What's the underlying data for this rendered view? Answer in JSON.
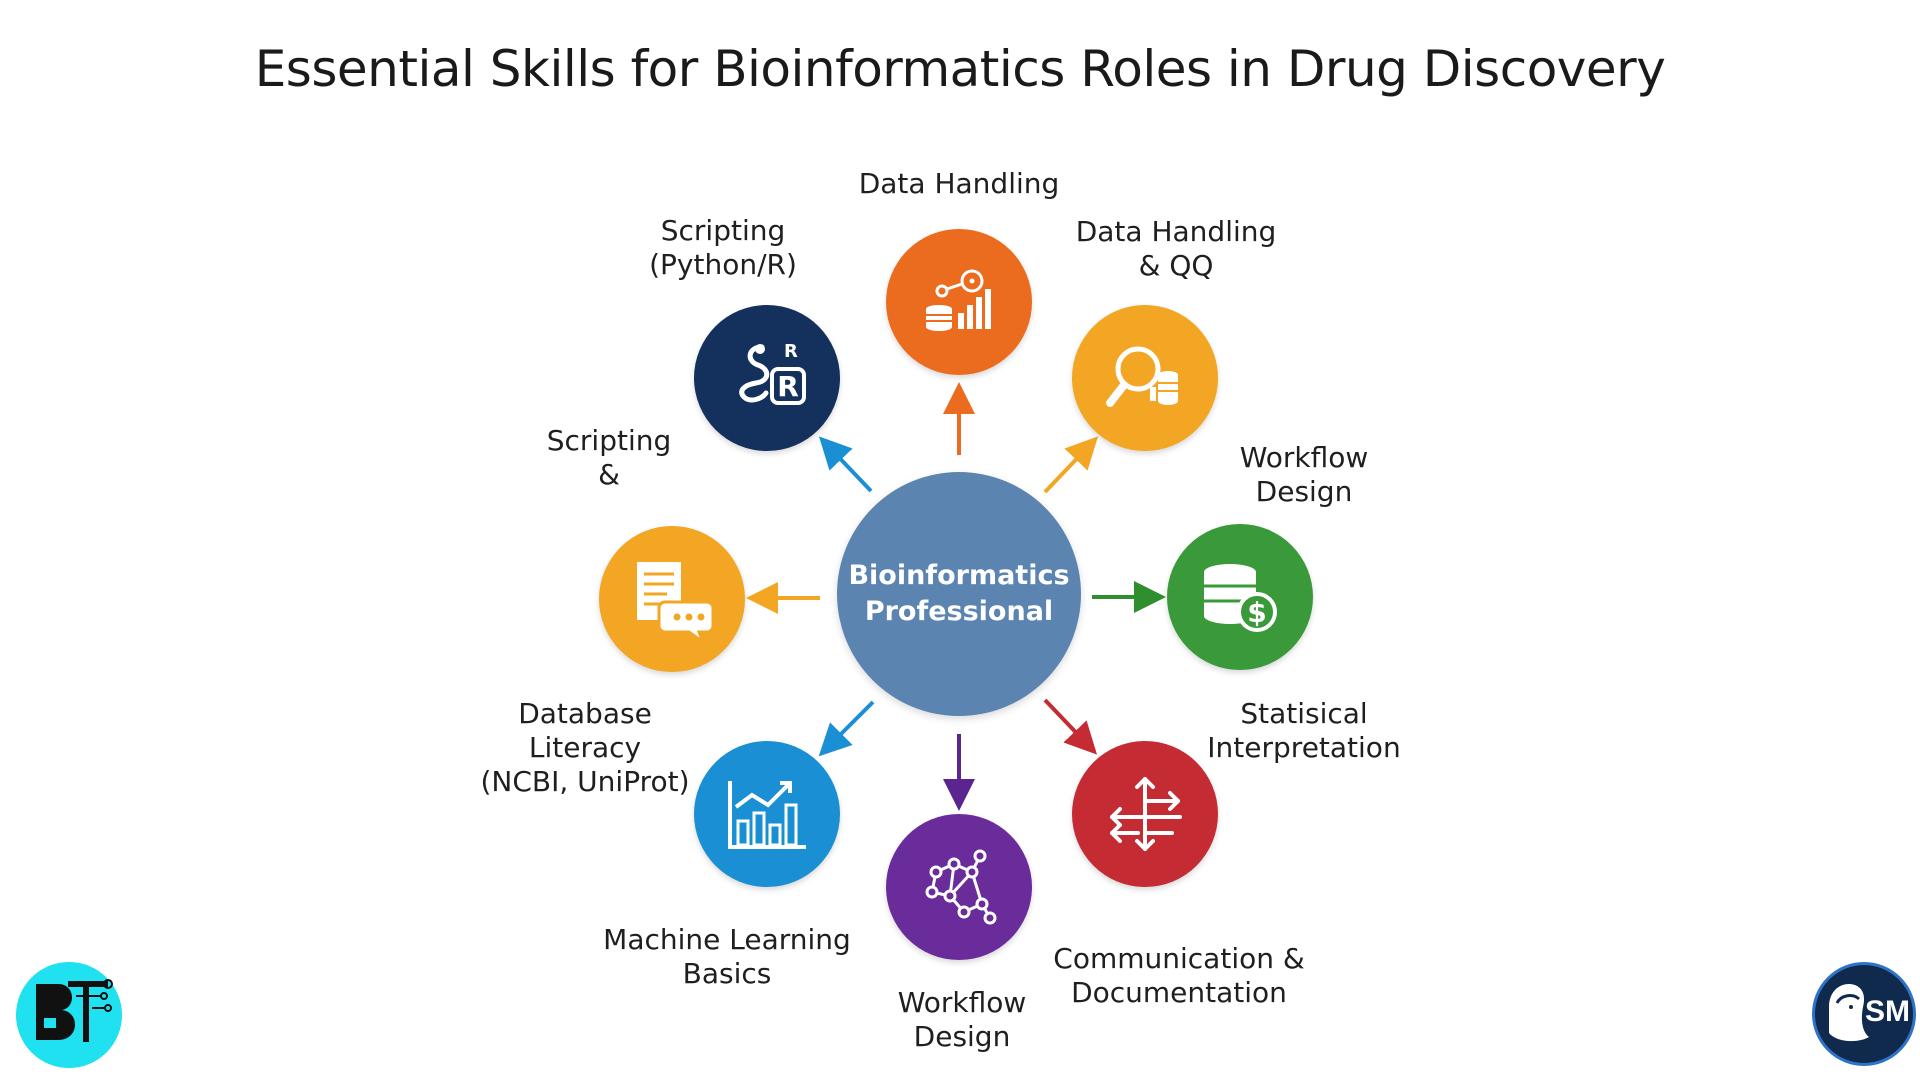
{
  "title": "Essential Skills for Bioinformatics Roles in Drug Discovery",
  "hub": {
    "line1": "Bioinformatics",
    "line2": "Professional",
    "color": "#5b84b1"
  },
  "nodes": [
    {
      "id": "data-handling",
      "color": "#eb6c1f",
      "icon": "data-chart-icon"
    },
    {
      "id": "data-handling-qq",
      "color": "#f2a623",
      "icon": "magnifier-database-icon"
    },
    {
      "id": "workflow-design-right",
      "color": "#3a9a3a",
      "icon": "database-dollar-icon"
    },
    {
      "id": "statistical",
      "color": "#c42b33",
      "icon": "arrows-cross-icon"
    },
    {
      "id": "workflow-bottom",
      "color": "#6a2c9a",
      "icon": "network-icon"
    },
    {
      "id": "machine-learning",
      "color": "#1b8fd4",
      "icon": "bar-chart-up-icon"
    },
    {
      "id": "communication",
      "color": "#f2a623",
      "icon": "document-chat-icon"
    },
    {
      "id": "scripting",
      "color": "#14305c",
      "icon": "python-r-icon"
    }
  ],
  "labels": {
    "data_handling": [
      "Data Handling"
    ],
    "data_handling_qq": [
      "Data Handling",
      "& QQ"
    ],
    "workflow_right": [
      "Workflow",
      "Design"
    ],
    "statistical": [
      "Statisical",
      "Interpretation"
    ],
    "communication": [
      "Communication &",
      "Documentation"
    ],
    "workflow_bottom": [
      "Workflow",
      "Design"
    ],
    "machine_learning": [
      "Machine Learning",
      "Basics"
    ],
    "database": [
      "Database",
      "Literacy",
      "(NCBI, UniProt)"
    ],
    "scripting_amp": [
      "Scripting",
      "&"
    ],
    "scripting": [
      "Scripting",
      "(Python/R)"
    ]
  },
  "icon_text": {
    "r_small": "R",
    "r_big": "R",
    "dollar": "$"
  },
  "logos": {
    "right_text": "SM",
    "left_color": "#1fe1f0",
    "right_color": "#0f2a4d"
  }
}
